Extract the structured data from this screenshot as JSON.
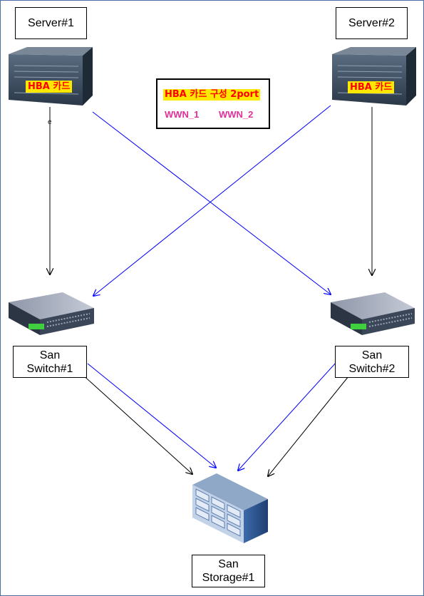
{
  "nodes": {
    "server1": {
      "label": "Server#1",
      "hba": "HBA 카드"
    },
    "server2": {
      "label": "Server#2",
      "hba": "HBA 카드"
    },
    "switch1": {
      "label": "San\nSwitch#1"
    },
    "switch2": {
      "label": "San\nSwitch#2"
    },
    "storage1": {
      "label": "San\nStorage#1"
    }
  },
  "legend": {
    "title": "HBA 카드 구성 2port",
    "wwn1": "WWN_1",
    "wwn2": "WWN_2"
  },
  "stray_char": "e",
  "colors": {
    "wwn1_link": "#000000",
    "wwn2_link": "#0000ff",
    "hba_highlight": "#ffe800",
    "hba_text": "#ff0000",
    "wwn_text": "#e0309a"
  }
}
